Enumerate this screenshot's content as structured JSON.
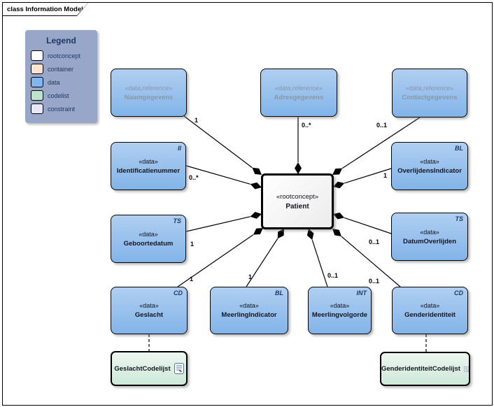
{
  "frame": {
    "title": "class Information Model"
  },
  "legend": {
    "title": "Legend",
    "items": [
      {
        "label": "rootconcept",
        "color": "#ffffff"
      },
      {
        "label": "container",
        "color": "#f8e4d0"
      },
      {
        "label": "data",
        "color": "#7eb6f0"
      },
      {
        "label": "codelist",
        "color": "#bce4cc"
      },
      {
        "label": "constraint",
        "color": "#e6e8f8"
      }
    ]
  },
  "nodes": {
    "naamgegevens": {
      "stereotype": "«data,reference»",
      "name": "Naamgegevens"
    },
    "adresgegevens": {
      "stereotype": "«data,reference»",
      "name": "Adresgegevens"
    },
    "contactgegevens": {
      "stereotype": "«data,reference»",
      "name": "Contactgegevens"
    },
    "identificatienummer": {
      "stereotype": "«data»",
      "name": "Identificatienummer",
      "type": "II"
    },
    "geboortedatum": {
      "stereotype": "«data»",
      "name": "Geboortedatum",
      "type": "TS"
    },
    "patient": {
      "stereotype": "«rootconcept»",
      "name": "Patient"
    },
    "overlijdensindicator": {
      "stereotype": "«data»",
      "name": "OverlijdensIndicator",
      "type": "BL"
    },
    "datumoverlijden": {
      "stereotype": "«data»",
      "name": "DatumOverlijden",
      "type": "TS"
    },
    "geslacht": {
      "stereotype": "«data»",
      "name": "Geslacht",
      "type": "CD"
    },
    "meerlingindicator": {
      "stereotype": "«data»",
      "name": "MeerlingIndicator",
      "type": "BL"
    },
    "meerlingvolgorde": {
      "stereotype": "«data»",
      "name": "Meerlingvolgorde",
      "type": "INT"
    },
    "genderidentiteit": {
      "stereotype": "«data»",
      "name": "Genderidentiteit",
      "type": "CD"
    },
    "geslachtcodelijst": {
      "name": "GeslachtCodelijst"
    },
    "genderidentiteitcodelijst": {
      "name": "GenderidentiteitCodelijst"
    }
  },
  "multiplicities": {
    "naamgegevens": "1",
    "adresgegevens": "0..*",
    "contactgegevens": "0..1",
    "identificatienummer": "0..*",
    "geboortedatum": "1",
    "overlijdensindicator": "1",
    "datumoverlijden": "0..1",
    "geslacht": "1",
    "meerlingindicator": "1",
    "meerlingvolgorde": "0..1",
    "genderidentiteit": "0..1"
  },
  "icons": {
    "codelist_document": "document-icon"
  },
  "colors": {
    "data_box_top": "#b0cff1",
    "data_box_bottom": "#82b4e9",
    "codelist_box_top": "#edf6f1",
    "codelist_box_bottom": "#cde9d8",
    "legend_bg": "#97a6c9",
    "legend_text": "#1f3864",
    "reference_text": "#8c97a6",
    "line": "#000000"
  }
}
